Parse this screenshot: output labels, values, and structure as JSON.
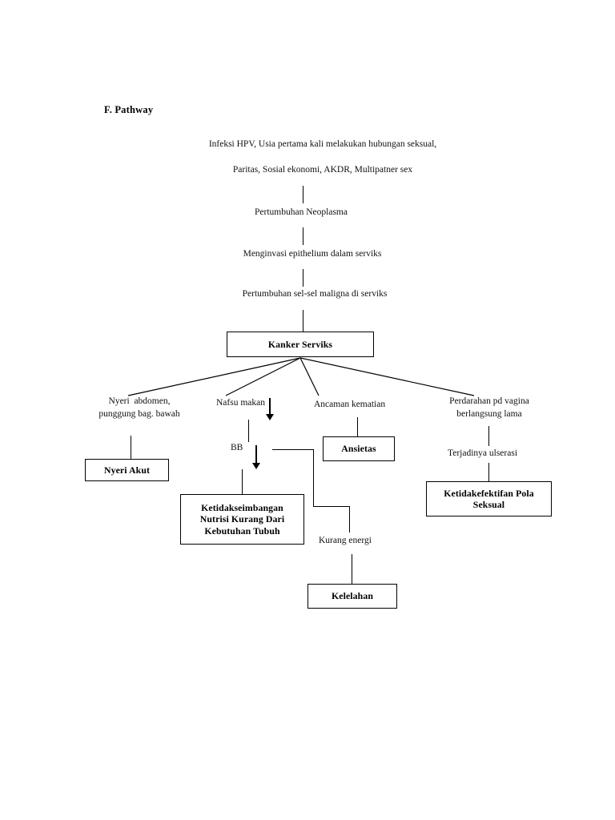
{
  "document": {
    "section_label": "F.  Pathway"
  },
  "flow": {
    "etiology": {
      "line1": "Infeksi HPV, Usia pertama kali melakukan hubungan seksual,",
      "line2": "Paritas, Sosial ekonomi, AKDR, Multipatner sex"
    },
    "stage_1": "Pertumbuhan Neoplasma",
    "stage_2": "Menginvasi epithelium dalam serviks",
    "stage_3": "Pertumbuhan sel-sel maligna di serviks",
    "central_box": "Kanker Serviks",
    "branches": {
      "pain": {
        "label_line1": "Nyeri  abdomen,",
        "label_line2": "punggung bag. bawah",
        "diagnosis": "Nyeri Akut"
      },
      "appetite": {
        "label": "Nafsu makan",
        "weight_label": "BB",
        "diagnosis": "Ketidakseimbangan\nNutrisi Kurang Dari\nKebutuhan  Tubuh"
      },
      "death_threat": {
        "label": "Ancaman kematian",
        "diagnosis": "Ansietas"
      },
      "bleeding": {
        "label_line1": "Perdarahan pd vagina",
        "label_line2": "berlangsung lama",
        "intermediate": "Terjadinya ulserasi",
        "diagnosis": "Ketidakefektifan Pola\nSeksual"
      },
      "energy": {
        "label": "Kurang energi",
        "diagnosis": "Kelelahan"
      }
    }
  },
  "style": {
    "ink": "#000000",
    "paper": "#ffffff"
  }
}
